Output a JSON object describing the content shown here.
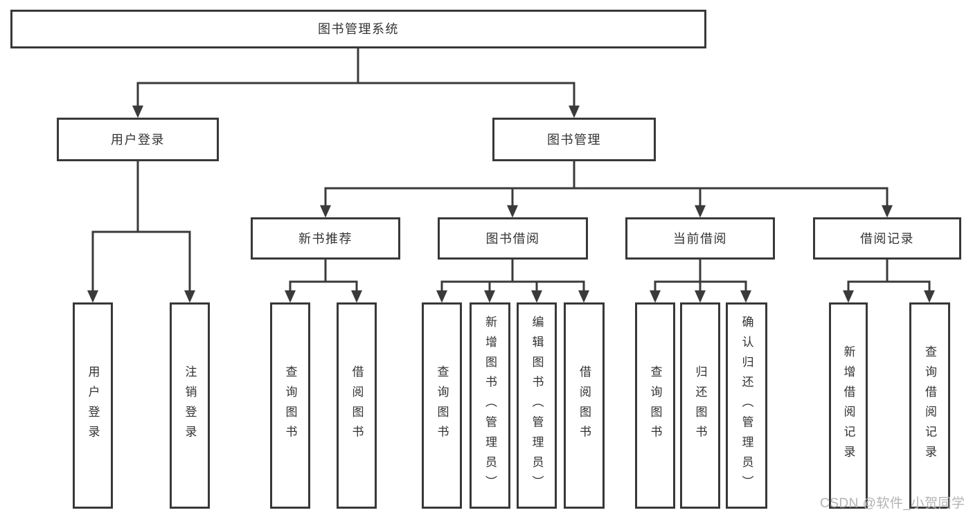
{
  "diagram": {
    "root": {
      "label": "图书管理系统"
    },
    "level2": [
      {
        "id": "user-login",
        "label": "用户登录",
        "parent": "图书管理系统"
      },
      {
        "id": "book-management",
        "label": "图书管理",
        "parent": "图书管理系统"
      }
    ],
    "level3": [
      {
        "id": "new-book-recommendation",
        "label": "新书推荐",
        "parent": "图书管理"
      },
      {
        "id": "book-borrowing",
        "label": "图书借阅",
        "parent": "图书管理"
      },
      {
        "id": "current-borrowing",
        "label": "当前借阅",
        "parent": "图书管理"
      },
      {
        "id": "borrowing-records",
        "label": "借阅记录",
        "parent": "图书管理"
      }
    ],
    "leaves": [
      {
        "label": "用户登录",
        "parent": "用户登录"
      },
      {
        "label": "注销登录",
        "parent": "用户登录"
      },
      {
        "label": "查询图书",
        "parent": "新书推荐"
      },
      {
        "label": "借阅图书",
        "parent": "新书推荐"
      },
      {
        "label": "查询图书",
        "parent": "图书借阅"
      },
      {
        "label": "新增图书（管理员）",
        "parent": "图书借阅"
      },
      {
        "label": "编辑图书（管理员）",
        "parent": "图书借阅"
      },
      {
        "label": "借阅图书",
        "parent": "图书借阅"
      },
      {
        "label": "查询图书",
        "parent": "当前借阅"
      },
      {
        "label": "归还图书",
        "parent": "当前借阅"
      },
      {
        "label": "确认归还（管理员）",
        "parent": "当前借阅"
      },
      {
        "label": "新增借阅记录",
        "parent": "借阅记录"
      },
      {
        "label": "查询借阅记录",
        "parent": "借阅记录"
      }
    ]
  },
  "watermark": {
    "text": "CSDN @软件_小贺同学"
  },
  "colors": {
    "line": "#3a3a3a",
    "border": "#383838",
    "text": "#333333",
    "background": "#ffffff",
    "watermark": "#b3b3b3"
  }
}
